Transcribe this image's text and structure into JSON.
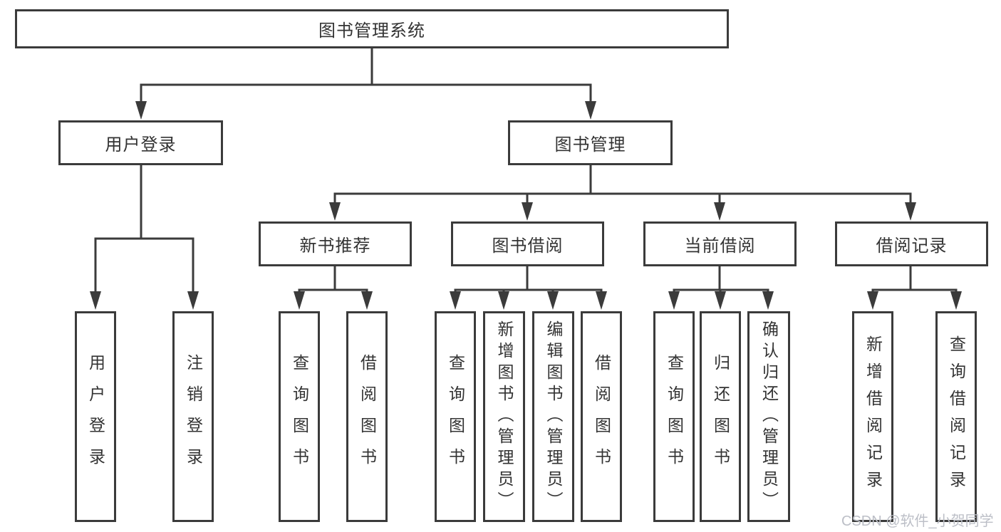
{
  "diagram": {
    "root": {
      "label": "图书管理系统"
    },
    "user_login": {
      "label": "用户登录",
      "children": [
        {
          "label": "用户登录"
        },
        {
          "label": "注销登录"
        }
      ]
    },
    "book_mgmt": {
      "label": "图书管理",
      "sections": [
        {
          "label": "新书推荐",
          "children": [
            {
              "label": "查询图书"
            },
            {
              "label": "借阅图书"
            }
          ]
        },
        {
          "label": "图书借阅",
          "children": [
            {
              "label": "查询图书"
            },
            {
              "label": "新增图书（管理员）"
            },
            {
              "label": "编辑图书（管理员）"
            },
            {
              "label": "借阅图书"
            }
          ]
        },
        {
          "label": "当前借阅",
          "children": [
            {
              "label": "查询图书"
            },
            {
              "label": "归还图书"
            },
            {
              "label": "确认归还（管理员）"
            }
          ]
        },
        {
          "label": "借阅记录",
          "children": [
            {
              "label": "新增借阅记录"
            },
            {
              "label": "查询借阅记录"
            }
          ]
        }
      ]
    }
  },
  "watermark": {
    "text": "CSDN @软件_小贺同学"
  },
  "colors": {
    "line": "#3b3b3b",
    "text": "#333333",
    "watermark": "#bcbfc7",
    "background": "#ffffff"
  }
}
